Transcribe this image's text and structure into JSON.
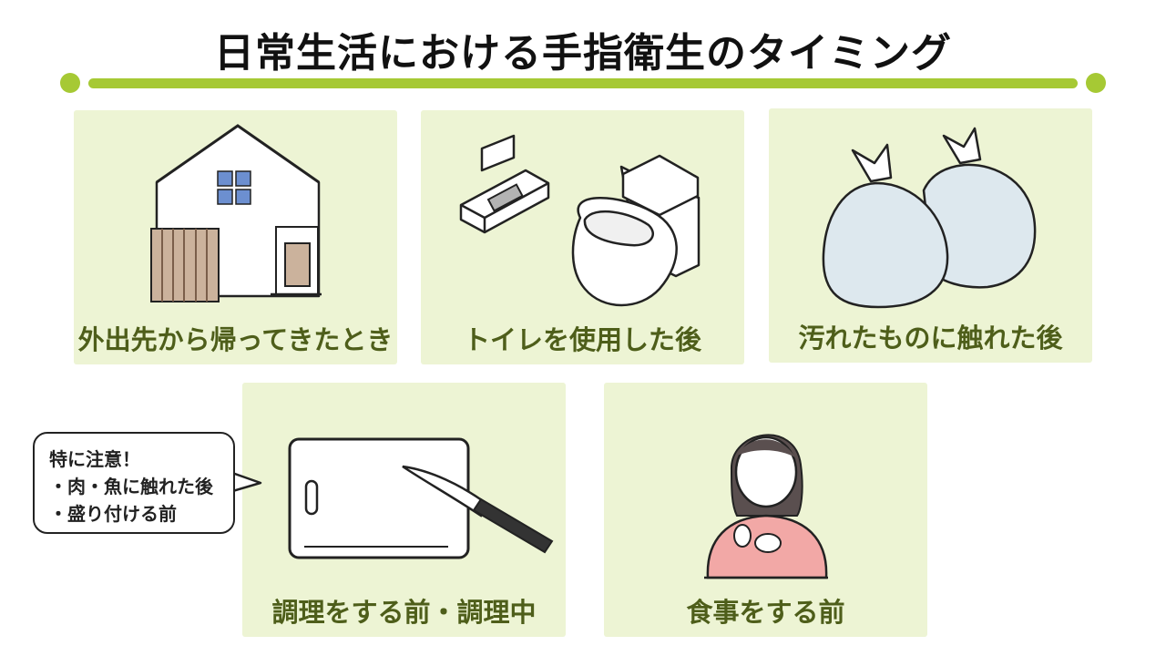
{
  "title": "日常生活における手指衛生のタイミング",
  "colors": {
    "accent": "#a6c934",
    "card_bg": "#edf4d4",
    "label_text": "#4e5e1a"
  },
  "cards": [
    {
      "label": "外出先から帰ってきたとき",
      "icon": "house-icon"
    },
    {
      "label": "トイレを使用した後",
      "icon": "toilet-icon"
    },
    {
      "label": "汚れたものに触れた後",
      "icon": "garbage-bags-icon"
    },
    {
      "label": "調理をする前・調理中",
      "icon": "cutting-board-knife-icon"
    },
    {
      "label": "食事をする前",
      "icon": "woman-eating-icon"
    }
  ],
  "callout": {
    "heading": "特に注意！",
    "items": [
      "・肉・魚に触れた後",
      "・盛り付ける前"
    ]
  }
}
